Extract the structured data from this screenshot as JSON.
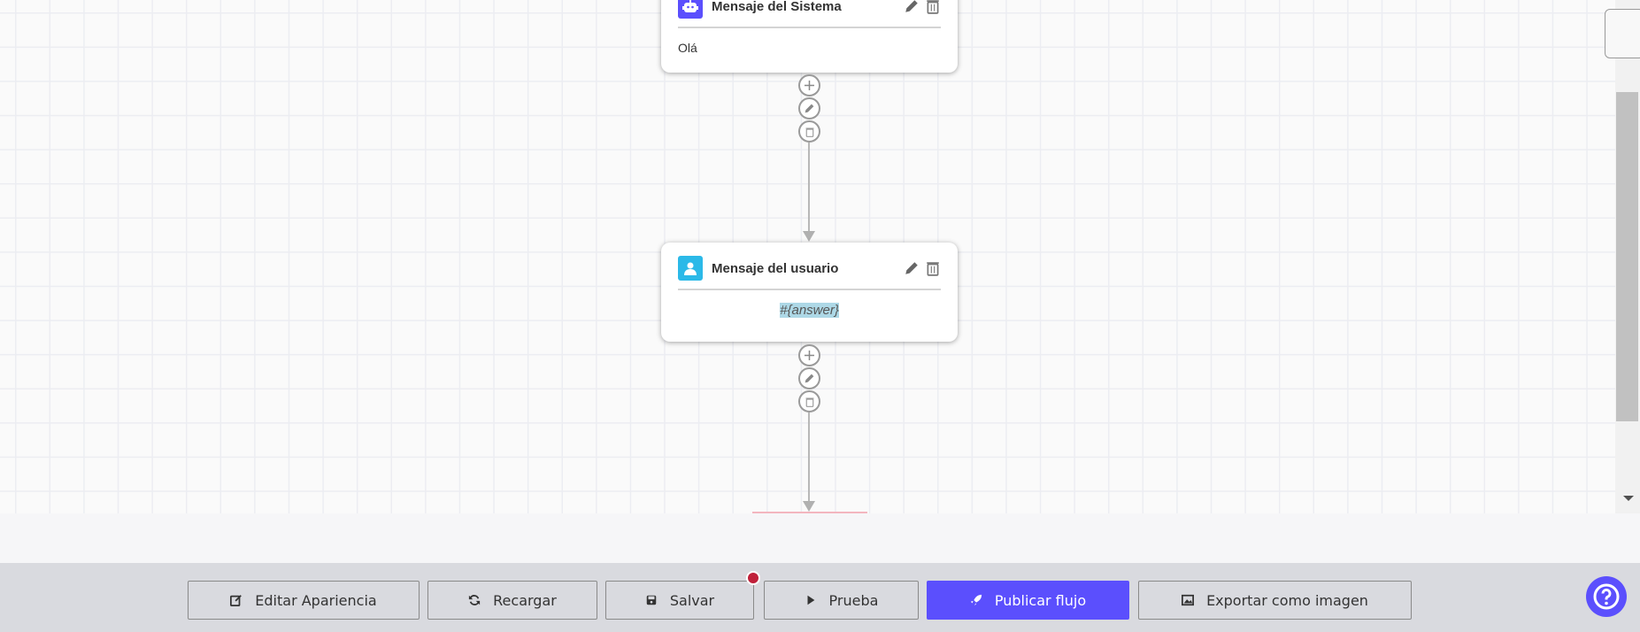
{
  "nodes": [
    {
      "type": "system",
      "title": "Mensaje del Sistema",
      "content": "Olá",
      "icon": "robot-icon",
      "color": "#5b4ffd"
    },
    {
      "type": "user",
      "title": "Mensaje del usuario",
      "content": "#{answer}",
      "icon": "user-icon",
      "color": "#2bb9e8"
    }
  ],
  "toolbar": {
    "edit_appearance": "Editar Apariencia",
    "reload": "Recargar",
    "save": "Salvar",
    "test": "Prueba",
    "publish": "Publicar flujo",
    "export": "Exportar como imagen"
  },
  "colors": {
    "accent": "#5b4ffd",
    "unsaved_dot": "#c0203a",
    "variable_highlight": "#add8e6"
  }
}
